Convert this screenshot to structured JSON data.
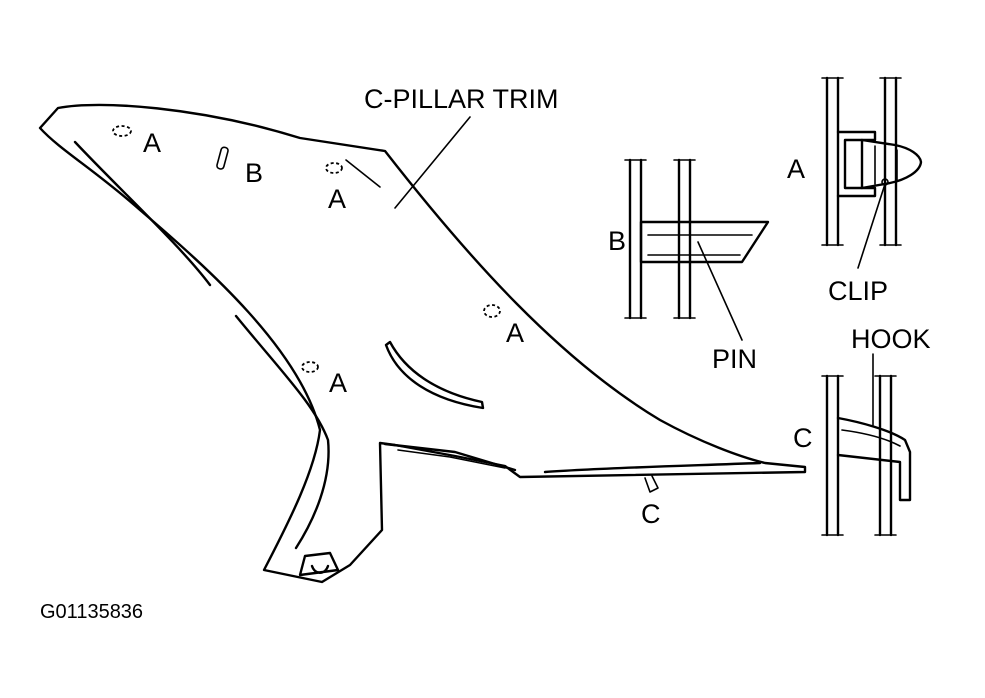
{
  "diagram": {
    "title": "C-PILLAR TRIM",
    "figure_id": "G01135836",
    "trim_labels": {
      "a1": "A",
      "a2": "A",
      "a3": "A",
      "a4": "A",
      "b": "B",
      "c": "C"
    },
    "detail_a": {
      "letter": "A",
      "part": "CLIP"
    },
    "detail_b": {
      "letter": "B",
      "part": "PIN"
    },
    "detail_c": {
      "letter": "C",
      "part": "HOOK"
    }
  }
}
